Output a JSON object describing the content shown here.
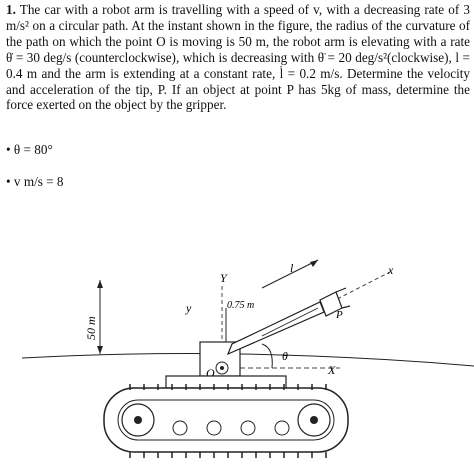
{
  "problem": {
    "number": "1.",
    "text": "The car with a robot arm is travelling with a speed of v, with a decreasing rate of 3 m/s² on a circular path. At the instant shown in the figure, the radius of the curvature of the path on which the point O is moving is 50 m, the robot arm is elevating with a rate θ̇ = 30 deg/s (counterclockwise), which is decreasing with θ̈ = 20 deg/s²(clockwise), l = 0.4 m and the arm is extending at a constant rate, l̇ = 0.2 m/s. Determine the velocity and acceleration of the tip, P. If an object at point P has 5kg of mass, determine the force exerted on the object by the gripper."
  },
  "givens": [
    {
      "bullet": "•",
      "text": "θ = 80°"
    },
    {
      "bullet": "•",
      "text": "v m/s = 8"
    }
  ],
  "figure": {
    "labels": {
      "Y": "Y",
      "y": "y",
      "l": "l",
      "x": "x",
      "X": "X",
      "P": "P",
      "O": "O",
      "theta": "θ",
      "radius": "50 m",
      "offset": "0.75 m"
    },
    "colors": {
      "ink": "#222222",
      "dash": "#444444"
    }
  }
}
